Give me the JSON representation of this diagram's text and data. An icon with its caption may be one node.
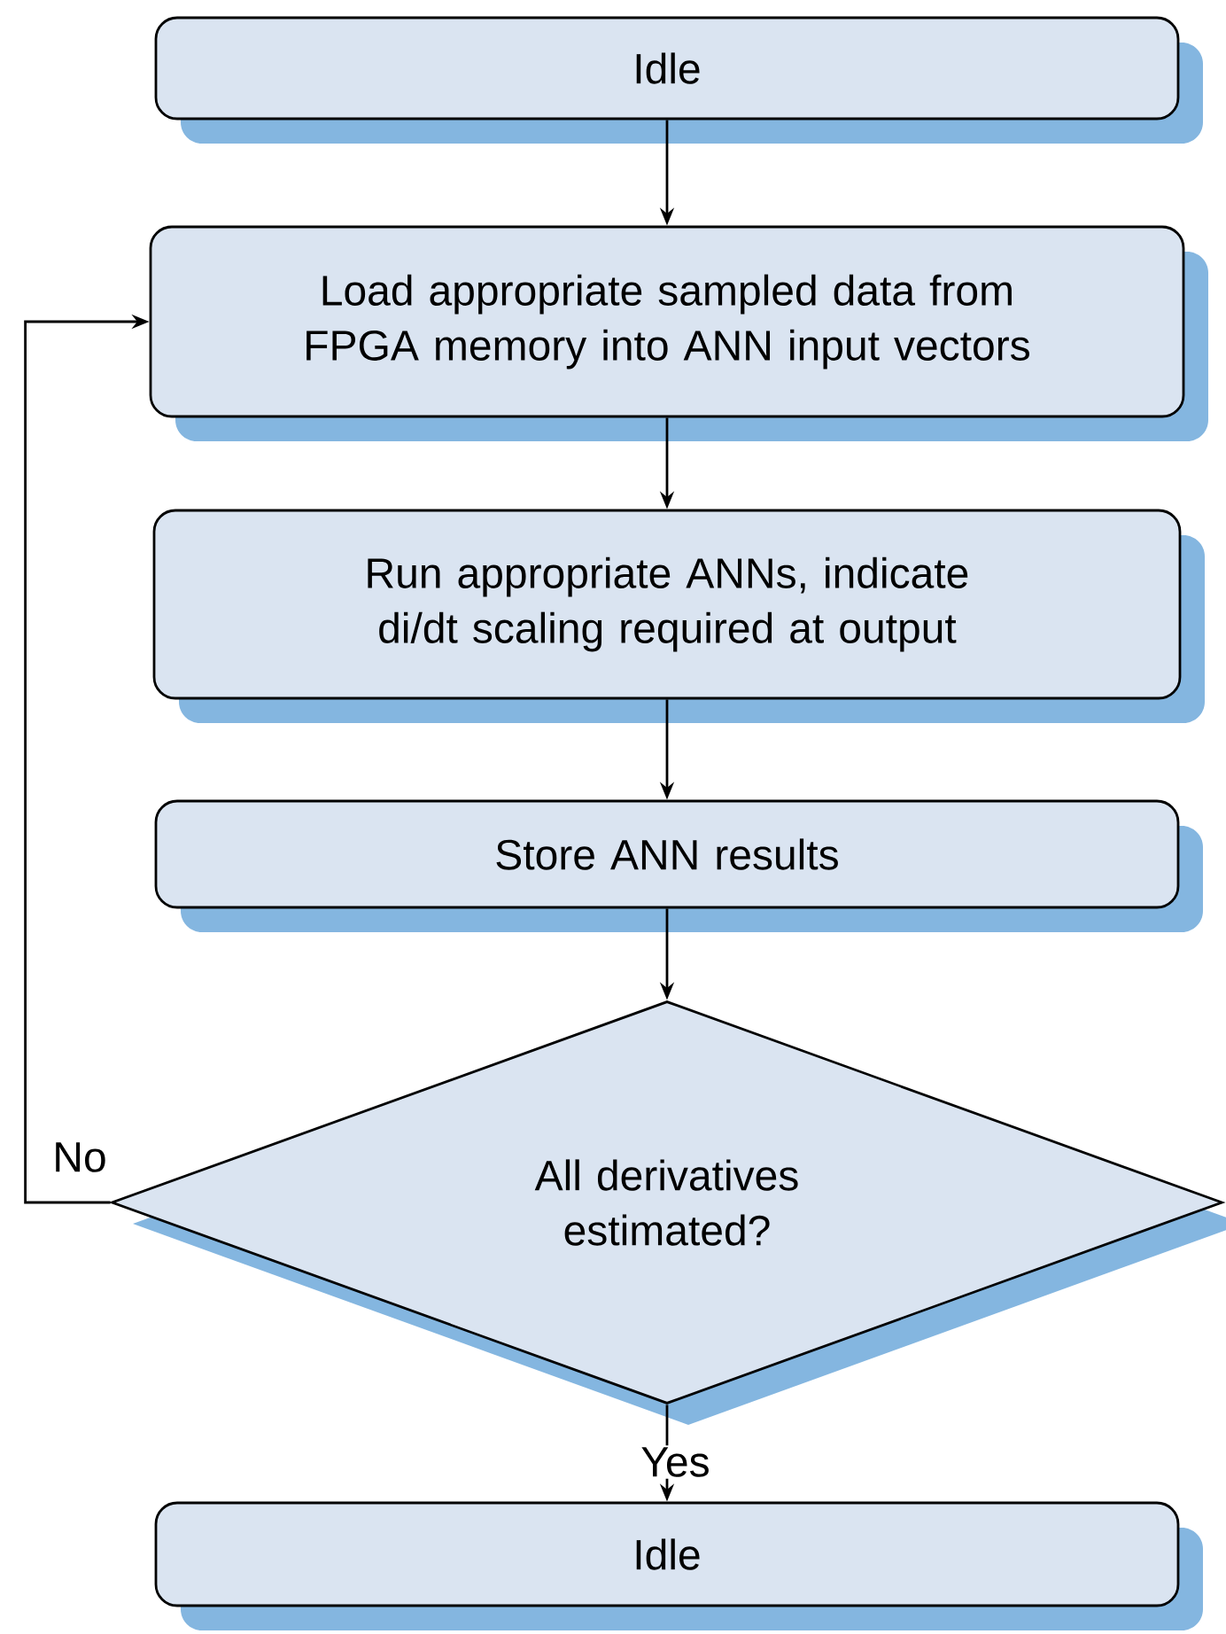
{
  "diagram": {
    "nodes": [
      {
        "text": [
          "Idle"
        ]
      },
      {
        "text": [
          "Load appropriate sampled data from FPGA memory into ANN input vectors"
        ]
      },
      {
        "text": [
          "Run appropriate ANNs, indicate di/dt scaling required at output"
        ]
      },
      {
        "text": [
          "Store ANN results"
        ]
      },
      {
        "text": [
          "All derivatives estimated?"
        ]
      },
      {
        "text": [
          "Idle"
        ]
      }
    ],
    "edges": [
      {
        "from": 0,
        "to": 1,
        "arrow": "to"
      },
      {
        "from": 1,
        "to": 2,
        "arrow": "to"
      },
      {
        "from": 2,
        "to": 3,
        "arrow": "to"
      },
      {
        "from": 3,
        "to": 4,
        "arrow": "to"
      },
      {
        "from": 4,
        "to": 5,
        "arrow": "to",
        "label": "Yes"
      },
      {
        "from": 4,
        "to": 1,
        "arrow": "to",
        "label": "No"
      }
    ]
  }
}
